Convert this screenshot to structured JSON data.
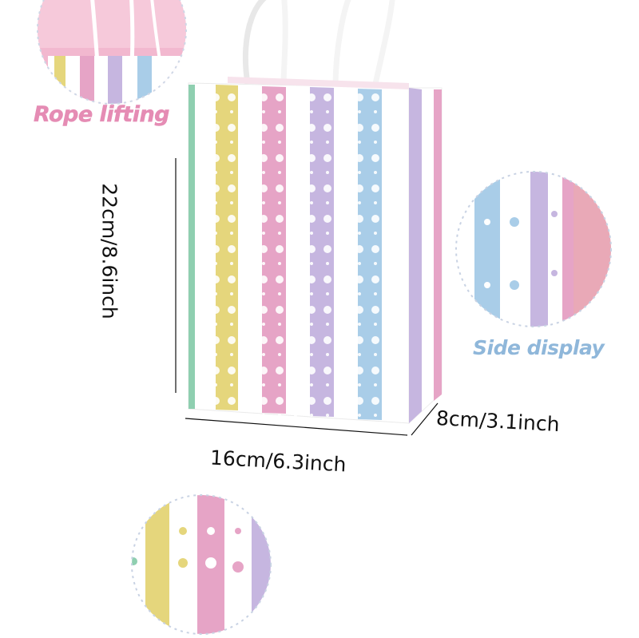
{
  "labels": {
    "rope": "Rope lifting",
    "side": "Side display",
    "height": "22cm/8.6inch",
    "width": "16cm/6.3inch",
    "depth": "8cm/3.1inch"
  },
  "colors": {
    "green": "#8fcfb0",
    "yellow": "#e5d67c",
    "pink": "#e6a4c6",
    "lavender": "#c6b6e0",
    "blue": "#a9cde8",
    "rope_text": "#e58cb4",
    "side_text": "#8fb7da"
  }
}
